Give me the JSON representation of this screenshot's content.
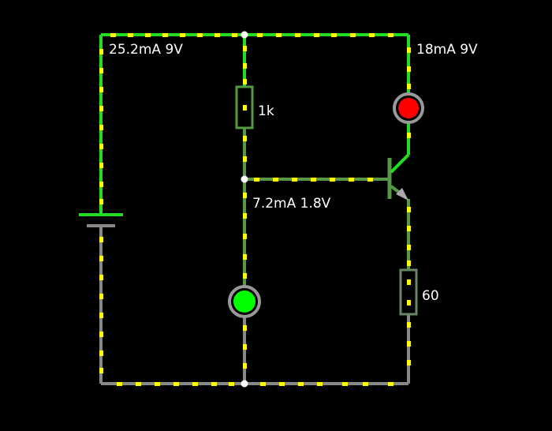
{
  "colors": {
    "background": "#000000",
    "wire_high": "#22dd22",
    "wire_mid": "#559944",
    "wire_low": "#888888",
    "current_dots": "#ffff00",
    "led_red": "#ff0000",
    "led_green": "#00ff00",
    "led_ring": "#999999",
    "label_text": "#ffffff"
  },
  "labels": {
    "left_branch": "25.2mA 9V",
    "right_branch": "18mA 9V",
    "base_node": "7.2mA 1.8V",
    "top_resistor": "1k",
    "emitter_resistor": "60"
  },
  "components": {
    "battery": "battery-icon",
    "resistor_top": "resistor-icon",
    "resistor_emitter": "resistor-icon",
    "led_red": "led-icon",
    "led_green": "led-icon",
    "transistor": "npn-transistor-icon"
  }
}
